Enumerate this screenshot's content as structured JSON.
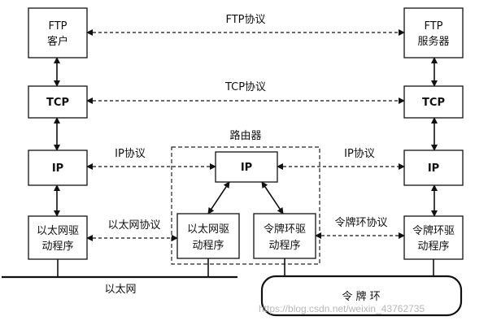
{
  "diagram": {
    "ftp_client": [
      "FTP",
      "客户"
    ],
    "ftp_server": [
      "FTP",
      "服务器"
    ],
    "tcp_left": "TCP",
    "tcp_right": "TCP",
    "ip_left": "IP",
    "ip_router": "IP",
    "ip_right": "IP",
    "ethernet_driver_left": [
      "以太网驱",
      "动程序"
    ],
    "ethernet_driver_router": [
      "以太网驱",
      "动程序"
    ],
    "token_ring_driver_router": [
      "令牌环驱",
      "动程序"
    ],
    "token_ring_driver_right": [
      "令牌环驱",
      "动程序"
    ],
    "ftp_protocol": "FTP协议",
    "tcp_protocol": "TCP协议",
    "ip_protocol_left": "IP协议",
    "ip_protocol_right": "IP协议",
    "ethernet_protocol": "以太网协议",
    "token_ring_protocol": "令牌环协议",
    "router_label": "路由器",
    "ethernet_label": "以太网",
    "token_ring_label": "令 牌 环",
    "watermark": "https://blog.csdn.net/weixin_43762735"
  }
}
